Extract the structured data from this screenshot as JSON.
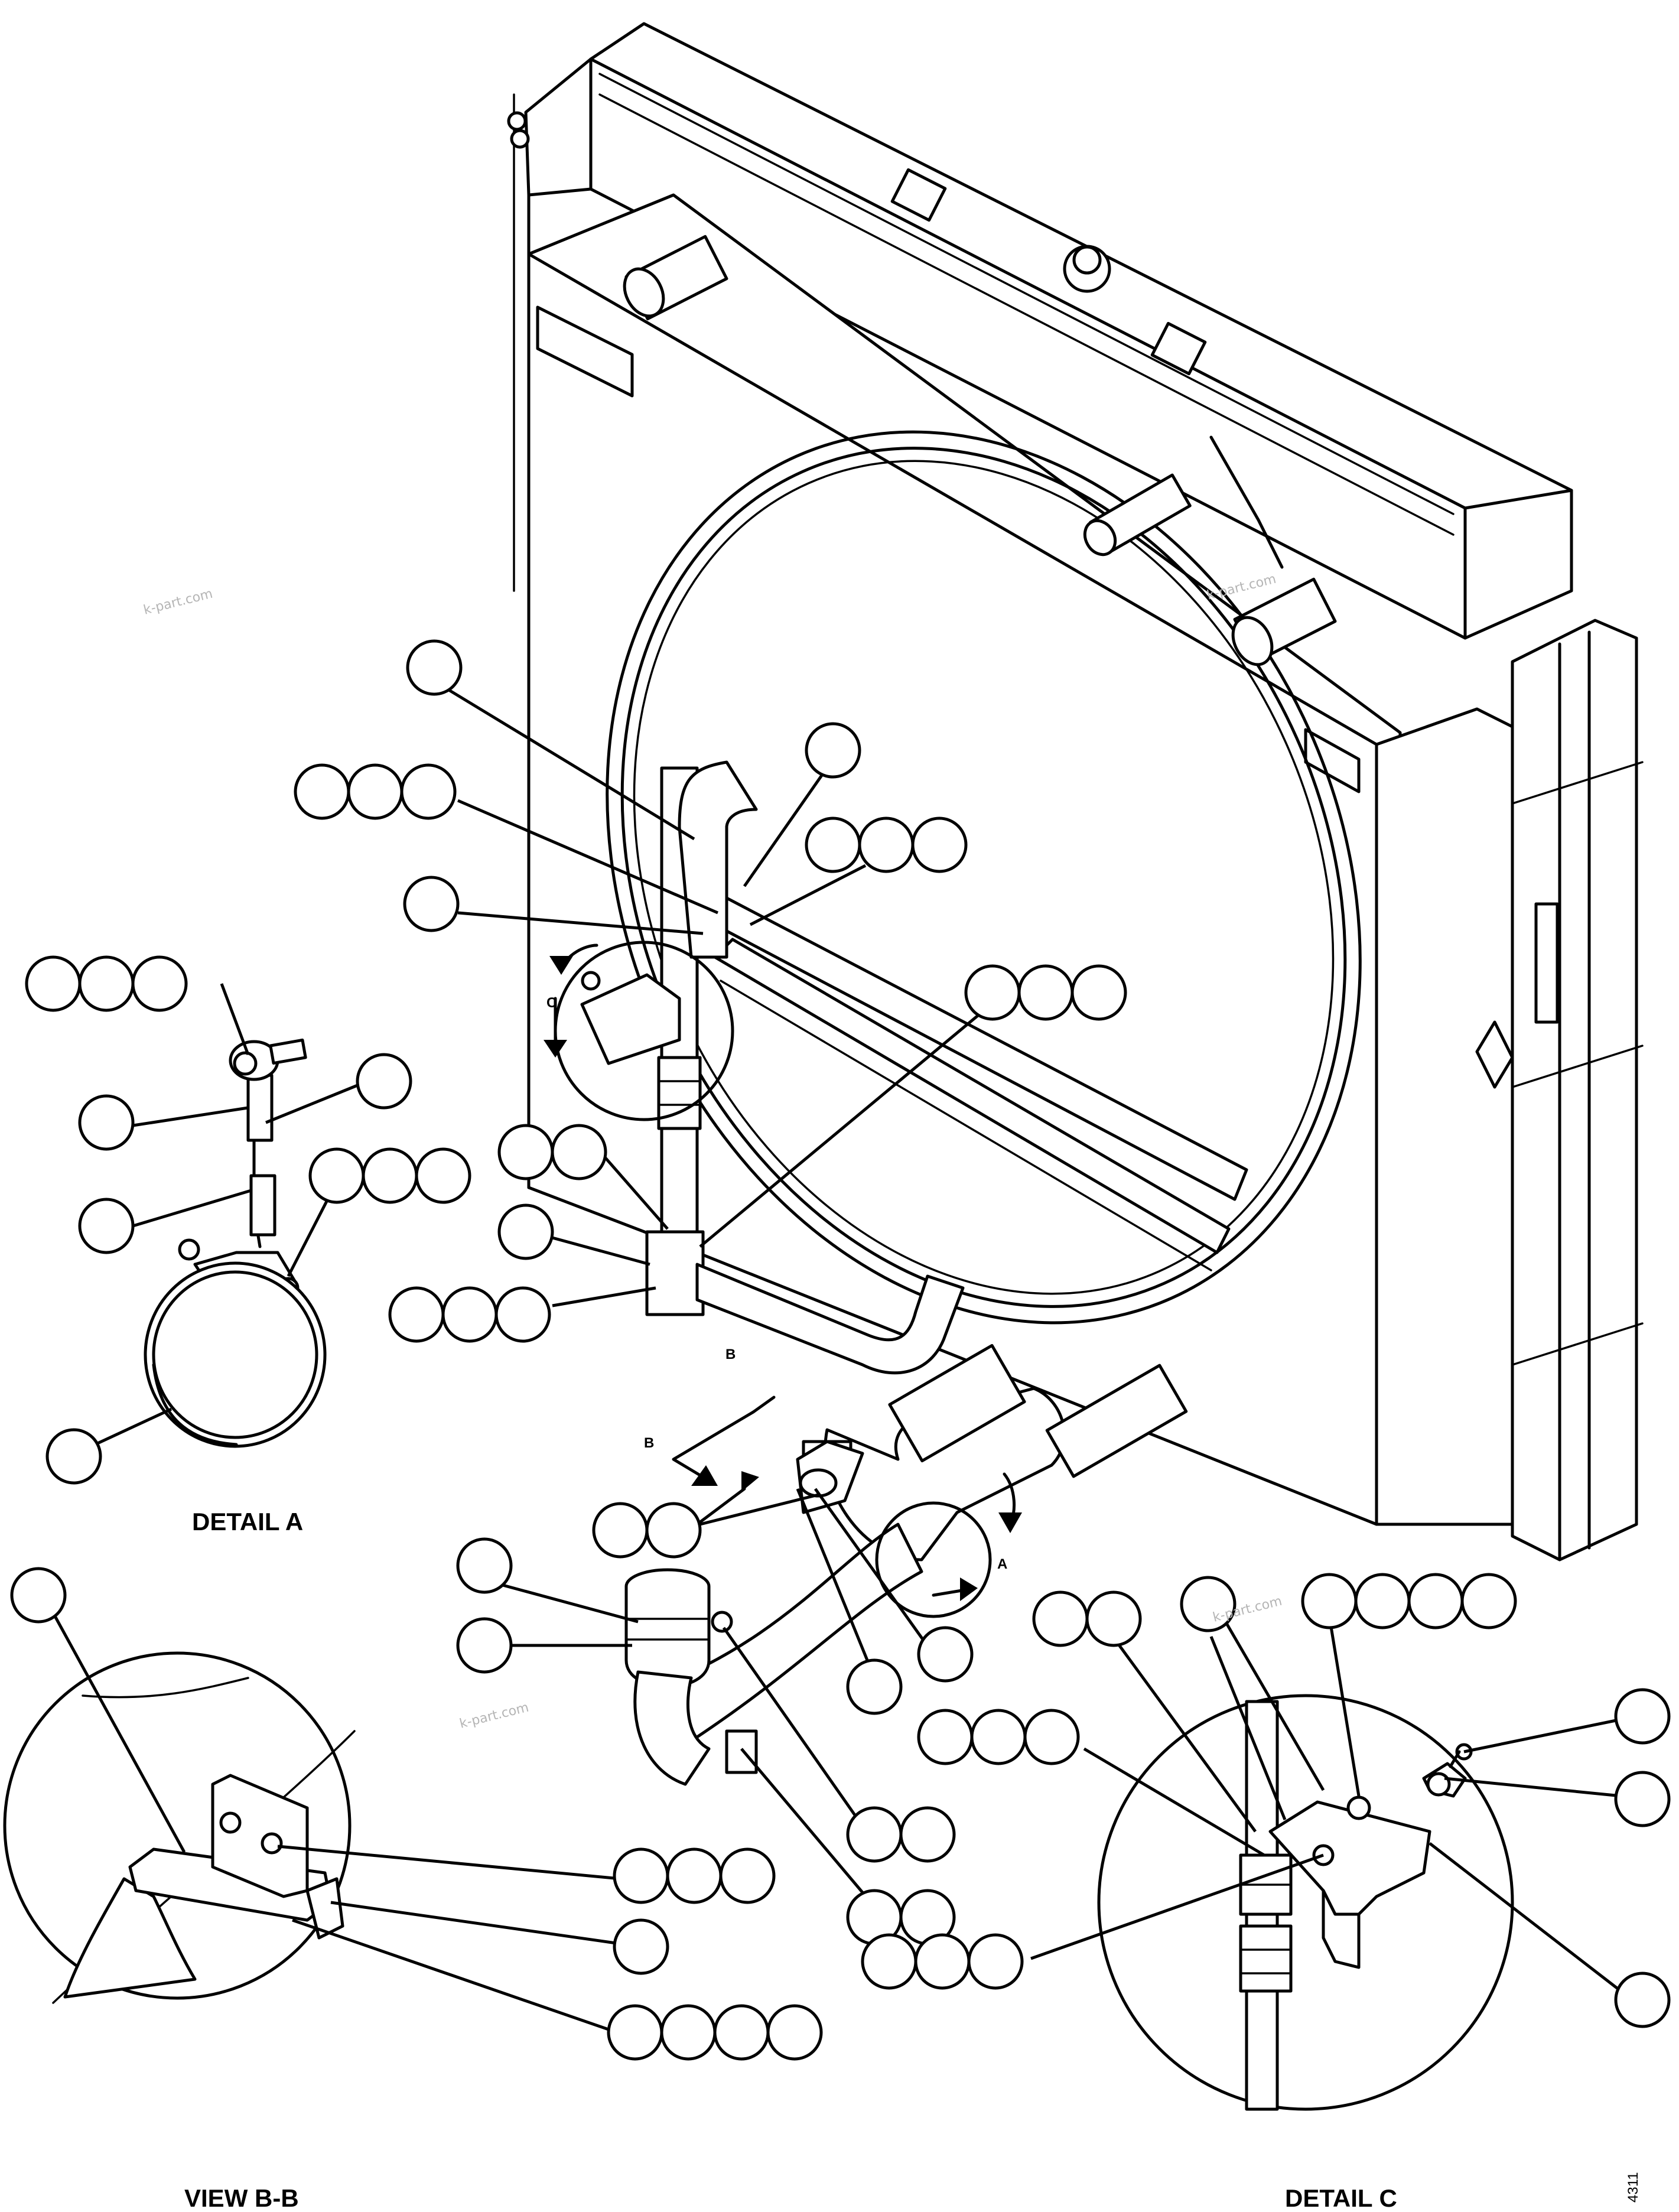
{
  "captions": {
    "detail_a": "DETAIL A",
    "view_bb": "VIEW B-B",
    "detail_c": "DETAIL C"
  },
  "section_marks": {
    "a": "A",
    "b_upper": "B",
    "b_lower": "B",
    "c": "C"
  },
  "watermarks": [
    "k-part.com",
    "k-part.com",
    "k-part.com",
    "k-part.com"
  ],
  "drawing_number": "4311"
}
